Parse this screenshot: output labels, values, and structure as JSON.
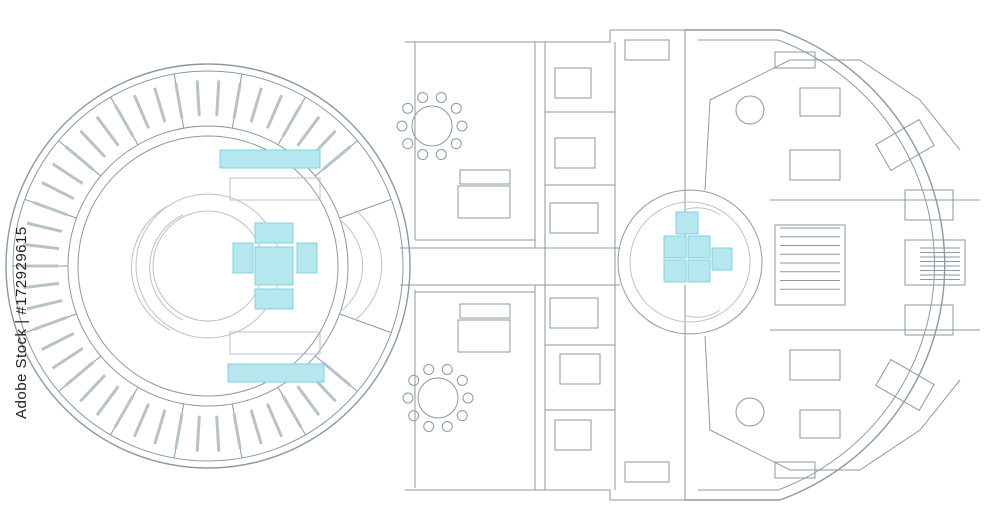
{
  "watermark": {
    "text": "Adobe Stock | #172929615"
  },
  "colors": {
    "line": "#8a9aa1",
    "line_light": "#b7c3c8",
    "accent": "#7fd3df",
    "accent_fill": "#b7e7ee",
    "background": "#ffffff"
  },
  "diagram": {
    "kind": "architectural floor plan",
    "left_wing": {
      "shape": "circle",
      "center_feature": "cross-shaped seating cluster",
      "accent": "cyan"
    },
    "right_wing": {
      "shape": "rounded capsule",
      "center_feature": "small round hub with table cluster",
      "accent": "cyan"
    },
    "connector": "central corridor between wings",
    "icons": [
      "round-table-icon",
      "rect-table-icon",
      "stair-icon",
      "bookshelf-icon"
    ]
  }
}
